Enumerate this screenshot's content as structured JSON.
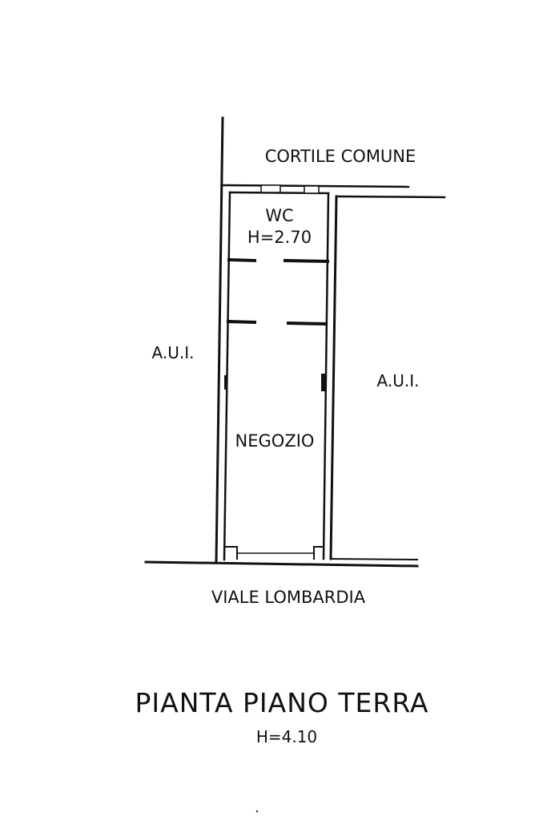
{
  "labels": {
    "courtyard": "CORTILE COMUNE",
    "wc_name": "WC",
    "wc_height": "H=2.70",
    "left_unit": "A.U.I.",
    "right_unit": "A.U.I.",
    "shop": "NEGOZIO",
    "street": "VIALE LOMBARDIA",
    "plan_title": "PIANTA PIANO TERRA",
    "plan_height": "H=4.10"
  },
  "colors": {
    "ink": "#111111",
    "paper": "#ffffff"
  }
}
